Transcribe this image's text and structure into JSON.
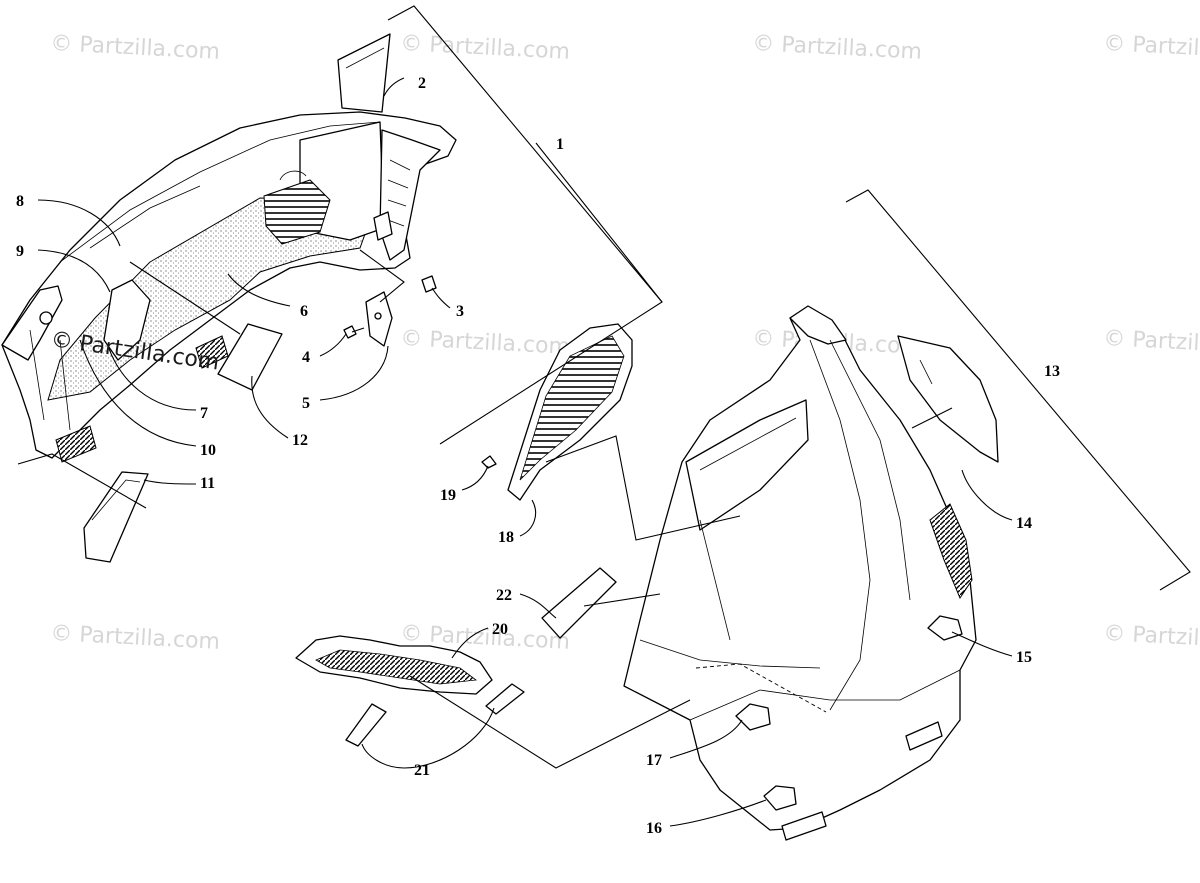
{
  "diagram": {
    "watermark_text": "© Partzilla.com",
    "callouts": [
      "1",
      "2",
      "3",
      "4",
      "5",
      "6",
      "7",
      "8",
      "9",
      "10",
      "11",
      "12",
      "13",
      "14",
      "15",
      "16",
      "17",
      "18",
      "19",
      "20",
      "21",
      "22"
    ]
  }
}
